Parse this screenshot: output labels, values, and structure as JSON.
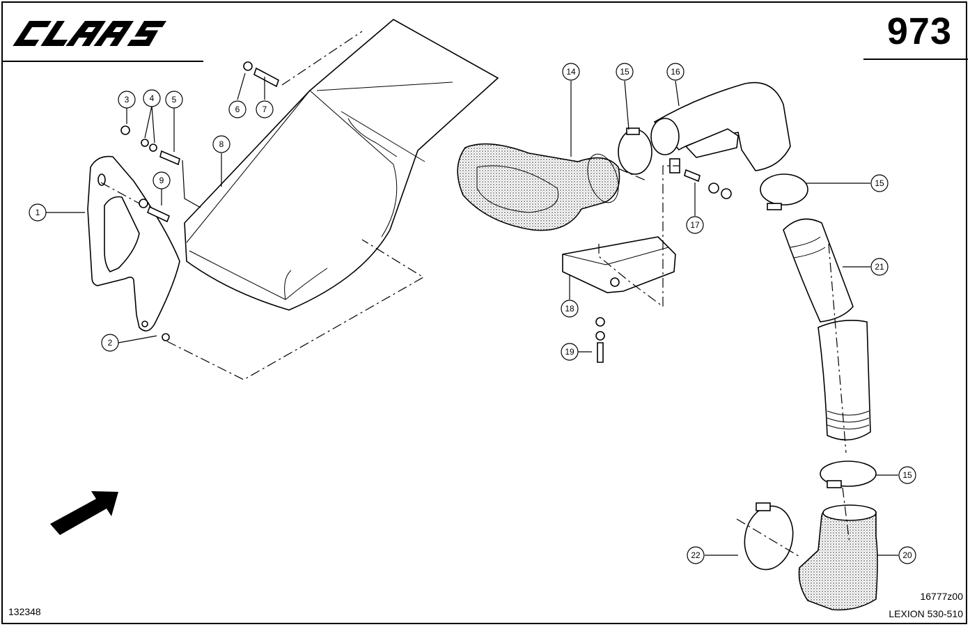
{
  "header": {
    "brand": "CLAAS",
    "page_number": "973"
  },
  "footer": {
    "document_id": "132348",
    "drawing_id": "16777z00",
    "model": "LEXION 530-510"
  },
  "callouts": [
    "1",
    "2",
    "3",
    "4",
    "5",
    "6",
    "7",
    "8",
    "9",
    "14",
    "15",
    "16",
    "17",
    "18",
    "19",
    "20",
    "21",
    "22"
  ]
}
